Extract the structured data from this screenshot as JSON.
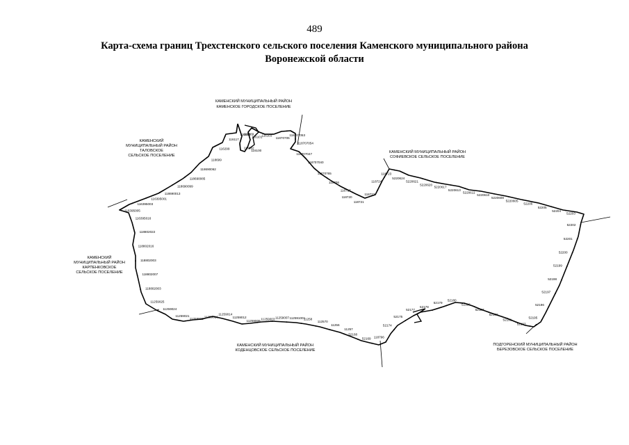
{
  "page_number": "489",
  "title": "Карта-схема границ Трехстенского сельского поселения Каменского муниципального района Воронежской области",
  "areas": {
    "north": {
      "line1": "КАМЕНСКИЙ МУНИЦИПАЛЬНЫЙ РАЙОН",
      "line2": "КАМЕНСКОЕ ГОРОДСКОЕ ПОСЕЛЕНИЕ"
    },
    "northwest": {
      "line1": "КАМЕНСКИЙ",
      "line2": "МУНИЦИПАЛЬНЫЙ РАЙОН",
      "line3": "ТАЛОВСКОЕ",
      "line4": "СЕЛЬСКОЕ ПОСЕЛЕНИЕ"
    },
    "northeast": {
      "line1": "КАМЕНСКИЙ МУНИЦИПАЛЬНЫЙ РАЙОН",
      "line2": "СОФИЕВСКОЕ СЕЛЬСКОЕ ПОСЕЛЕНИЕ"
    },
    "west": {
      "line1": "КАМЕНСКИЙ",
      "line2": "МУНИЦИПАЛЬНЫЙ РАЙОН",
      "line3": "КАРПЕНКОВСКОЕ",
      "line4": "СЕЛЬСКОЕ ПОСЕЛЕНИЕ"
    },
    "south": {
      "line1": "КАМЕНСКИЙ МУНИЦИПАЛЬНЫЙ РАЙОН",
      "line2": "КОДЕНЦОВСКОЕ СЕЛЬСКОЕ ПОСЕЛЕНИЕ"
    },
    "southeast": {
      "line1": "ПОДГОРЕНСКИЙ МУНИЦИПАЛЬНЫЙ РАЙОН",
      "line2": "БЕРЕЗОВСКОЕ СЕЛЬСКОЕ ПОСЕЛЕНИЕ"
    }
  },
  "boundary_point_labels": [
    "116092",
    "116117",
    "116299",
    "118699",
    "118690062",
    "118690085",
    "118690099",
    "118690013",
    "116395001",
    "116395003",
    "116395005",
    "116395016",
    "118802022",
    "118802016",
    "118802003",
    "118802007",
    "118802003",
    "11259025",
    "11259024",
    "11259021",
    "11259020",
    "11259016",
    "11259014",
    "11259012",
    "11259009",
    "11259003",
    "11259007",
    "112591001",
    "11258",
    "112570",
    "11256",
    "11257",
    "52168",
    "52169",
    "118796",
    "52174",
    "52175",
    "52177",
    "52178",
    "52179",
    "52180",
    "52186",
    "52187",
    "52190",
    "52191",
    "52193",
    "52195",
    "52196",
    "52197",
    "52198",
    "52199",
    "52200",
    "52201",
    "52202",
    "52203",
    "52204",
    "52205",
    "52206",
    "5220605",
    "5220608",
    "5220610",
    "5220611",
    "5220613",
    "5220617",
    "5220620",
    "5220621",
    "5220624",
    "118723",
    "118724",
    "118722",
    "118721",
    "118720",
    "118717",
    "118706",
    "11870765",
    "118707040",
    "118707047",
    "118707054",
    "118707053",
    "11870705",
    "116103",
    "116101",
    "116100",
    "116082",
    "116089"
  ],
  "colors": {
    "line": "#000000",
    "background": "#ffffff"
  }
}
